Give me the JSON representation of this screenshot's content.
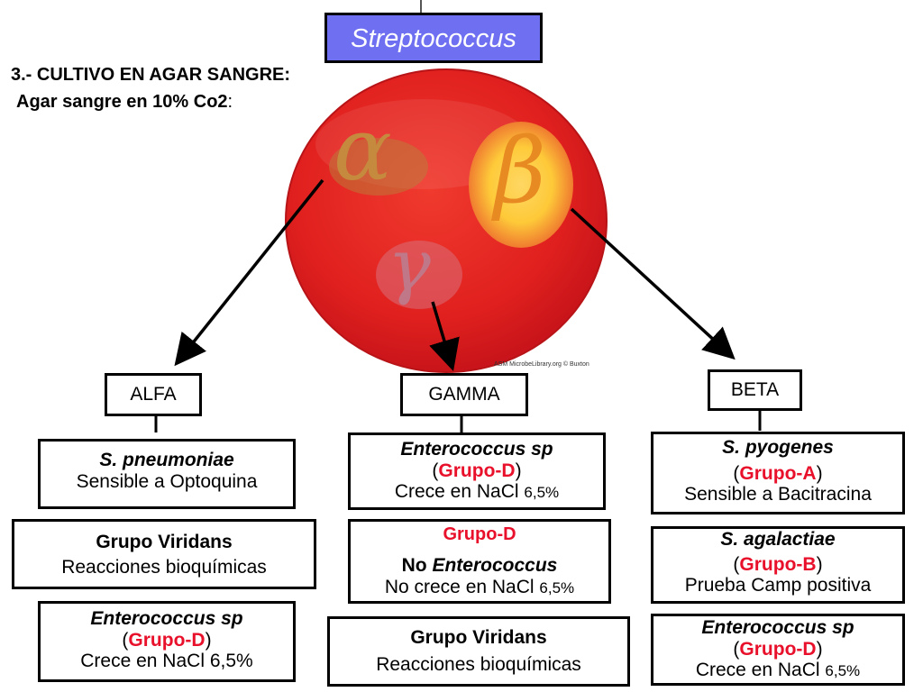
{
  "title": "Streptococcus",
  "heading": {
    "line1": "3.- CULTIVO EN AGAR SANGRE:",
    "line2_main": "Agar sangre en 10% Co2",
    "line2_colon": ":"
  },
  "plate": {
    "letters": [
      "α",
      "β",
      "γ"
    ],
    "credit": "ASM MicrobeLibrary.org © Buxton"
  },
  "colors": {
    "title_fill": "#6f6ff2",
    "group_red": "#e8102a",
    "plate_red": "#e0201e"
  },
  "columns": {
    "alfa": {
      "label": "ALFA",
      "box1": {
        "name": "S. pneumoniae",
        "desc": "Sensible a Optoquina"
      },
      "box2": {
        "name": "Grupo Viridans",
        "desc": "Reacciones bioquímicas"
      },
      "box3": {
        "name": "Enterococcus sp",
        "group": "Grupo-D",
        "desc_main": "Crece en NaCl",
        "desc_pct": "6,5%"
      }
    },
    "gamma": {
      "label": "GAMMA",
      "box1": {
        "name": "Enterococcus sp",
        "group": "Grupo-D",
        "desc_main": "Crece en NaCl",
        "desc_pct": "6,5%"
      },
      "box2": {
        "group": "Grupo-D",
        "no": "No",
        "name": "Enterococcus",
        "desc_main": "No crece en NaCl",
        "desc_pct": "6,5%"
      },
      "box3": {
        "name": "Grupo Viridans",
        "desc": "Reacciones bioquímicas"
      }
    },
    "beta": {
      "label": "BETA",
      "box1": {
        "name": "S. pyogenes",
        "group": "Grupo-A",
        "desc": "Sensible a Bacitracina"
      },
      "box2": {
        "name": "S. agalactiae",
        "group": "Grupo-B",
        "desc": "Prueba Camp positiva"
      },
      "box3": {
        "name": "Enterococcus sp",
        "group": "Grupo-D",
        "desc_main": "Crece en NaCl",
        "desc_pct": "6,5%"
      }
    }
  }
}
